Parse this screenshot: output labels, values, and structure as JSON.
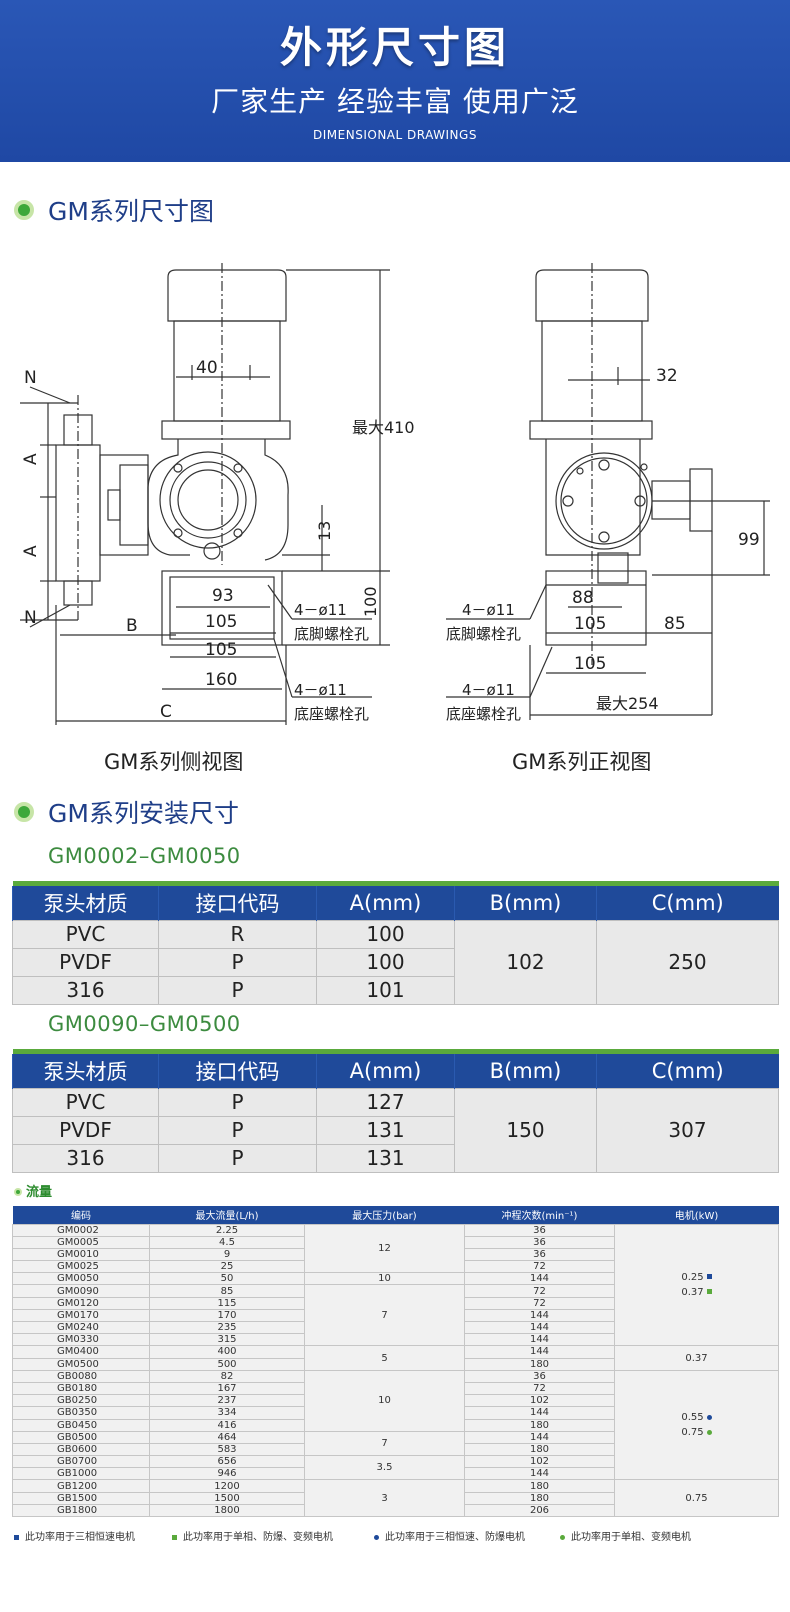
{
  "header": {
    "title": "外形尺寸图",
    "subtitle": "厂家生产 经验丰富 使用广泛",
    "english": "DIMENSIONAL DRAWINGS"
  },
  "section1": {
    "title": "GM系列尺寸图"
  },
  "drawings": {
    "side": {
      "caption": "GM系列侧视图",
      "dims": {
        "d40": "40",
        "max410": "最大410",
        "d13": "13",
        "d93": "93",
        "d105a": "105",
        "d105b": "105",
        "d160": "160",
        "d100": "100",
        "A1": "A",
        "A2": "A",
        "N1": "N",
        "N2": "N",
        "B": "B",
        "C": "C",
        "holes1": "4－ø11",
        "holes1_label": "底脚螺栓孔",
        "holes2": "4－ø11",
        "holes2_label": "底座螺栓孔"
      }
    },
    "front": {
      "caption": "GM系列正视图",
      "dims": {
        "d32": "32",
        "d99": "99",
        "d88": "88",
        "d105a": "105",
        "d85": "85",
        "d105b": "105",
        "max254": "最大254",
        "holes1": "4－ø11",
        "holes1_label": "底脚螺栓孔",
        "holes2": "4－ø11",
        "holes2_label": "底座螺栓孔"
      }
    }
  },
  "section2": {
    "title": "GM系列安装尺寸"
  },
  "table1": {
    "title": "GM0002–GM0050",
    "headers": [
      "泵头材质",
      "接口代码",
      "A(mm)",
      "B(mm)",
      "C(mm)"
    ],
    "rows": [
      [
        "PVC",
        "R",
        "100"
      ],
      [
        "PVDF",
        "P",
        "100"
      ],
      [
        "316",
        "P",
        "101"
      ]
    ],
    "B": "102",
    "C": "250"
  },
  "table2": {
    "title": "GM0090–GM0500",
    "headers": [
      "泵头材质",
      "接口代码",
      "A(mm)",
      "B(mm)",
      "C(mm)"
    ],
    "rows": [
      [
        "PVC",
        "P",
        "127"
      ],
      [
        "PVDF",
        "P",
        "131"
      ],
      [
        "316",
        "P",
        "131"
      ]
    ],
    "B": "150",
    "C": "307"
  },
  "flow": {
    "label": "流量",
    "headers": [
      "编码",
      "最大流量(L/h)",
      "最大压力(bar)",
      "冲程次数(min⁻¹)",
      "电机(kW)"
    ],
    "rows": [
      [
        "GM0002",
        "2.25",
        "36"
      ],
      [
        "GM0005",
        "4.5",
        "36"
      ],
      [
        "GM0010",
        "9",
        "36"
      ],
      [
        "GM0025",
        "25",
        "72"
      ],
      [
        "GM0050",
        "50",
        "144"
      ],
      [
        "GM0090",
        "85",
        "72"
      ],
      [
        "GM0120",
        "115",
        "72"
      ],
      [
        "GM0170",
        "170",
        "144"
      ],
      [
        "GM0240",
        "235",
        "144"
      ],
      [
        "GM0330",
        "315",
        "144"
      ],
      [
        "GM0400",
        "400",
        "144"
      ],
      [
        "GM0500",
        "500",
        "180"
      ],
      [
        "GB0080",
        "82",
        "36"
      ],
      [
        "GB0180",
        "167",
        "72"
      ],
      [
        "GB0250",
        "237",
        "102"
      ],
      [
        "GB0350",
        "334",
        "144"
      ],
      [
        "GB0450",
        "416",
        "180"
      ],
      [
        "GB0500",
        "464",
        "144"
      ],
      [
        "GB0600",
        "583",
        "180"
      ],
      [
        "GB0700",
        "656",
        "102"
      ],
      [
        "GB1000",
        "946",
        "144"
      ],
      [
        "GB1200",
        "1200",
        "180"
      ],
      [
        "GB1500",
        "1500",
        "180"
      ],
      [
        "GB1800",
        "1800",
        "206"
      ]
    ],
    "pressure": [
      "12",
      "10",
      "7",
      "5",
      "10",
      "7",
      "3.5",
      "3"
    ],
    "motor": {
      "m1": "0.25",
      "m2": "0.37",
      "m3": "0.37",
      "m4": "0.55",
      "m5": "0.75",
      "m6": "0.75"
    },
    "colors": {
      "blue": "#1f4a9a",
      "green": "#5aaa3c"
    }
  },
  "footnotes": [
    "此功率用于三相恒速电机",
    "此功率用于单相、防爆、变频电机",
    "此功率用于三相恒速、防爆电机",
    "此功率用于单相、变频电机"
  ]
}
